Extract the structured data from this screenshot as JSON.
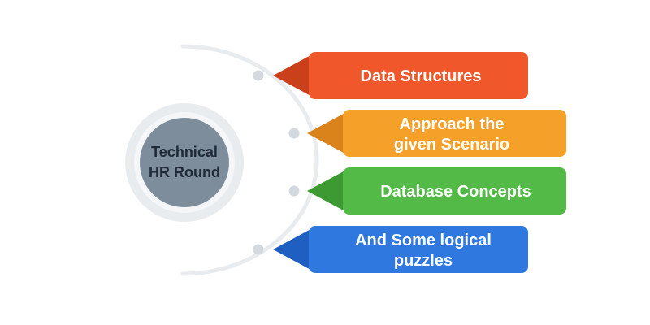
{
  "center": {
    "lines": [
      "Technical",
      "HR Round"
    ],
    "fill_color": "#7d8d9c",
    "ring_color": "#e8ecef"
  },
  "arc_color": "#e8ecef",
  "dot_color": "#d3d9de",
  "items": [
    {
      "lines": [
        "Data Structures"
      ],
      "color": "#f0582b",
      "tip_color": "#c9401a"
    },
    {
      "lines": [
        "Approach the",
        "given Scenario"
      ],
      "color": "#f5a029",
      "tip_color": "#d9831a"
    },
    {
      "lines": [
        "Database Concepts"
      ],
      "color": "#53b947",
      "tip_color": "#3d9a33"
    },
    {
      "lines": [
        "And Some logical",
        "puzzles"
      ],
      "color": "#2f78e0",
      "tip_color": "#1f5fc2"
    }
  ]
}
